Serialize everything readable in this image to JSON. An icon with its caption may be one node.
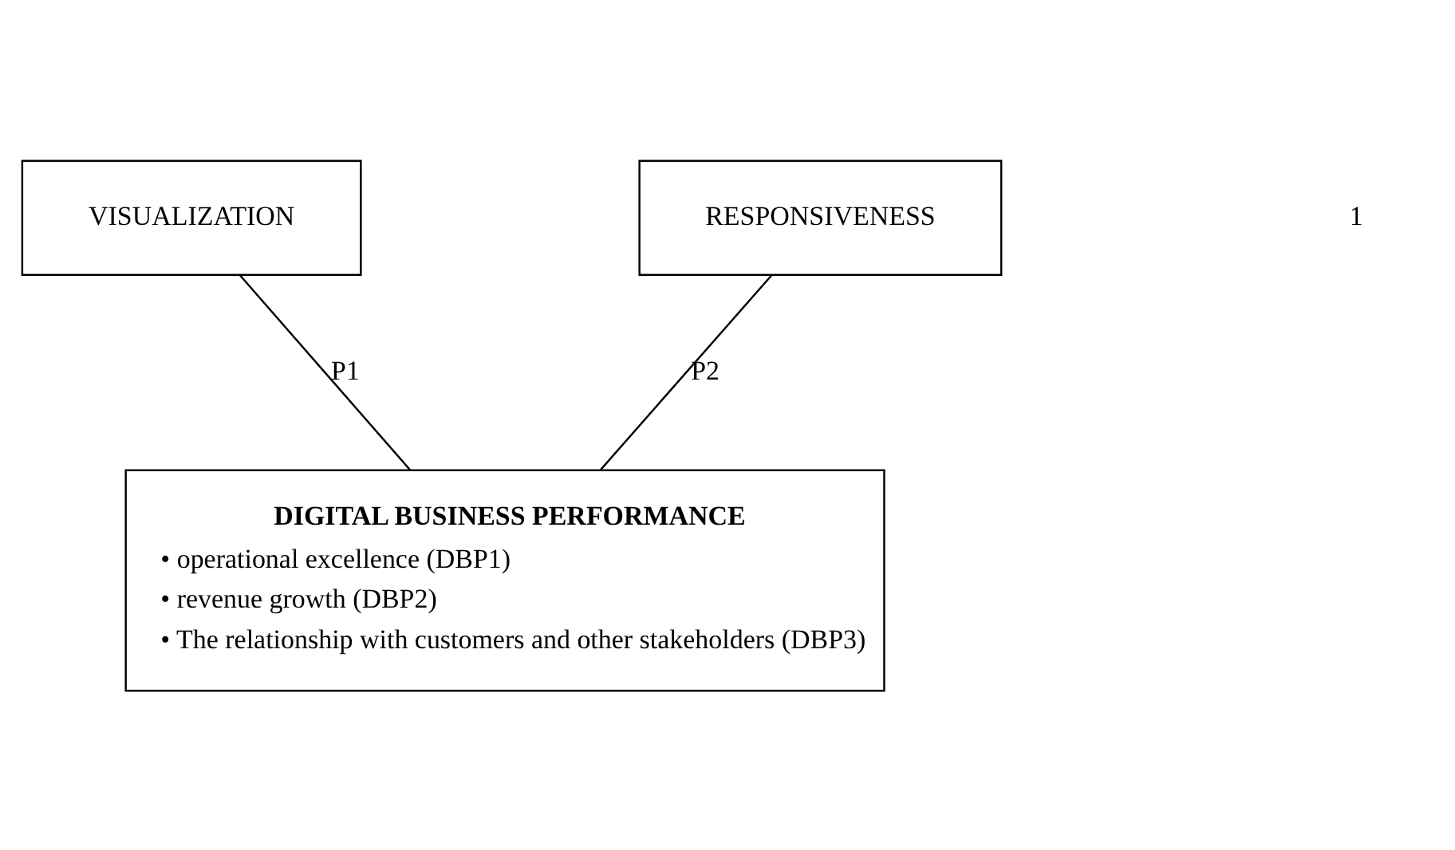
{
  "diagram": {
    "nodes": [
      {
        "text": [
          "VISUALIZATION"
        ]
      },
      {
        "text": [
          "RESPONSIVENESS"
        ]
      },
      {
        "text": [
          "DIGITAL BUSINESS PERFORMANCE",
          "• operational excellence (DBP1)",
          "• revenue growth (DBP2)",
          "• The relationship with customers and other stakeholders (DBP3)"
        ]
      }
    ],
    "edges": [
      {
        "from": 0,
        "to": 2,
        "arrow": "none",
        "label": "P1"
      },
      {
        "from": 1,
        "to": 2,
        "arrow": "none",
        "label": "P2"
      }
    ],
    "labels": [
      "1"
    ]
  }
}
